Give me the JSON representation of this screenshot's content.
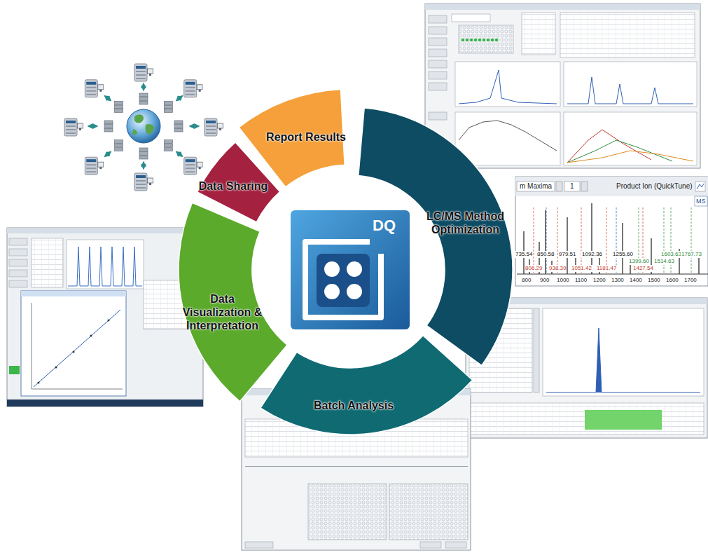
{
  "diagram": {
    "nodes": [
      {
        "text": [
          "Report Results"
        ]
      },
      {
        "text": [
          "LC/MS Method Optimization"
        ]
      },
      {
        "text": [
          "Batch Analysis"
        ]
      },
      {
        "text": [
          "Data Visualization & Interpretation"
        ]
      },
      {
        "text": [
          "Data Sharing"
        ]
      }
    ],
    "labels": [
      "DQ",
      "m Maxima",
      "1",
      "Product Ion (QuickTune)",
      "MS",
      "735.54",
      "850.58",
      "979.51",
      "1092.36",
      "1255.60",
      "806.29",
      "938.39",
      "1051.42",
      "1181.47",
      "1427.54",
      "1399.60",
      "1514.63",
      "1603.63",
      "1767.73",
      "800",
      "900",
      "1000",
      "1100",
      "1200",
      "1300",
      "1400",
      "1500",
      "1600",
      "1700"
    ]
  }
}
